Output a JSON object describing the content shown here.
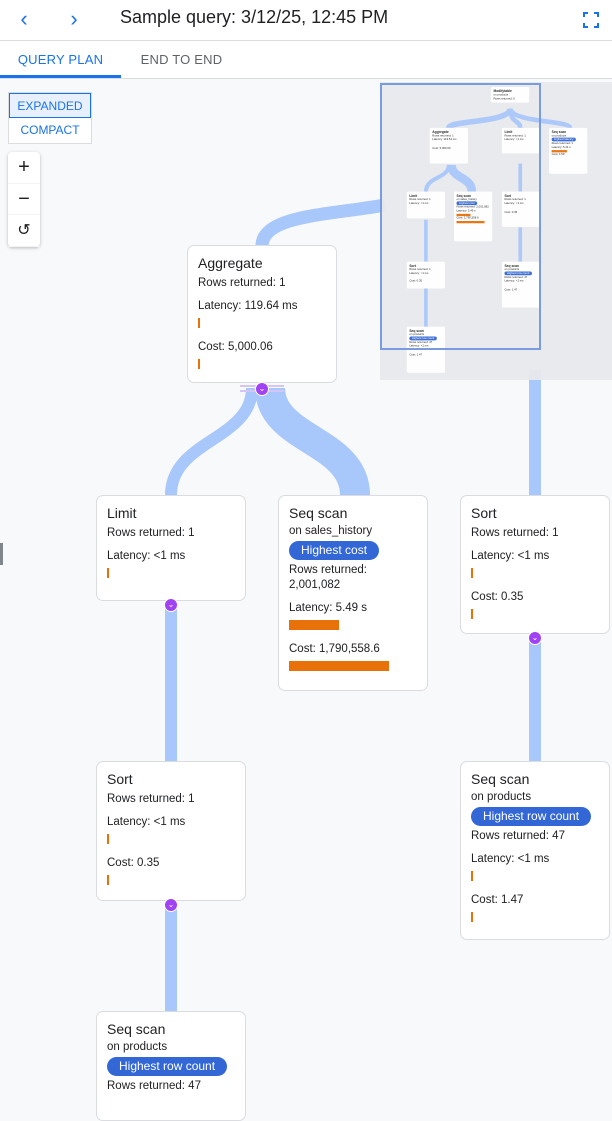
{
  "header": {
    "back_icon": "chevron-left",
    "forward_icon": "chevron-right",
    "title": "Sample query: 3/12/25, 12:45 PM",
    "fullscreen_icon": "fullscreen"
  },
  "tabs": [
    {
      "label": "QUERY PLAN",
      "active": true
    },
    {
      "label": "END TO END",
      "active": false
    }
  ],
  "view_toggle": {
    "expanded": "EXPANDED",
    "compact": "COMPACT",
    "selected": "EXPANDED"
  },
  "zoom_controls": {
    "zoom_in": "+",
    "zoom_out": "−",
    "reset": "↺"
  },
  "colors": {
    "accent": "#1a73e8",
    "edge": "#a8c7fa",
    "bar": "#e8710a",
    "badge": "#3367d6",
    "expand": "#a142f4"
  },
  "nodes": {
    "aggregate": {
      "title": "Aggregate",
      "rows": "Rows returned: 1",
      "latency": "Latency: 119.64 ms",
      "latency_bar_pct": 2,
      "cost": "Cost: 5,000.06",
      "cost_bar_pct": 2
    },
    "limit": {
      "title": "Limit",
      "rows": "Rows returned: 1",
      "latency": "Latency: <1 ms",
      "latency_bar_pct": 2
    },
    "seq_sales": {
      "title": "Seq scan",
      "subtitle": "on sales_history",
      "badge": "Highest cost",
      "rows": "Rows returned: 2,001,082",
      "latency": "Latency: 5.49 s",
      "latency_bar_pct": 50,
      "cost": "Cost: 1,790,558.6",
      "cost_bar_pct": 100
    },
    "sort_right": {
      "title": "Sort",
      "rows": "Rows returned: 1",
      "latency": "Latency: <1 ms",
      "latency_bar_pct": 2,
      "cost": "Cost: 0.35",
      "cost_bar_pct": 2
    },
    "sort_left": {
      "title": "Sort",
      "rows": "Rows returned: 1",
      "latency": "Latency: <1 ms",
      "latency_bar_pct": 2,
      "cost": "Cost: 0.35",
      "cost_bar_pct": 2
    },
    "seq_products_right": {
      "title": "Seq scan",
      "subtitle": "on products",
      "badge": "Highest row count",
      "rows": "Rows returned: 47",
      "latency": "Latency: <1 ms",
      "latency_bar_pct": 2,
      "cost": "Cost: 1.47",
      "cost_bar_pct": 2
    },
    "seq_products_bottom": {
      "title": "Seq scan",
      "subtitle": "on products",
      "badge": "Highest row count",
      "rows": "Rows returned: 47"
    }
  },
  "minimap": {
    "modifytable": {
      "title": "Modifytable",
      "subtitle": "on products",
      "rows": "Rows returned: 0"
    },
    "seq_products_top": {
      "title": "Seq scan",
      "subtitle": "on products",
      "badge": "Highest latency",
      "rows": "Rows returned: 1",
      "latency": "Latency: 5.41 s",
      "cost": "Cost: 1.59"
    }
  }
}
